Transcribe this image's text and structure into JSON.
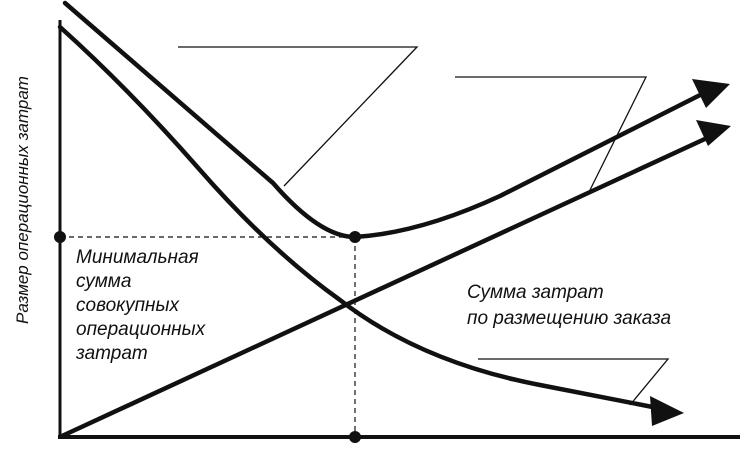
{
  "diagram": {
    "y_axis_label": "Размер операционных затрат",
    "min_total_label": [
      "Минимальная",
      "сумма",
      "совокупных",
      "операционных",
      "затрат"
    ],
    "order_cost_label": [
      "Сумма затрат",
      "по размещению заказа"
    ],
    "line_color": "#111111",
    "background": "#ffffff"
  }
}
